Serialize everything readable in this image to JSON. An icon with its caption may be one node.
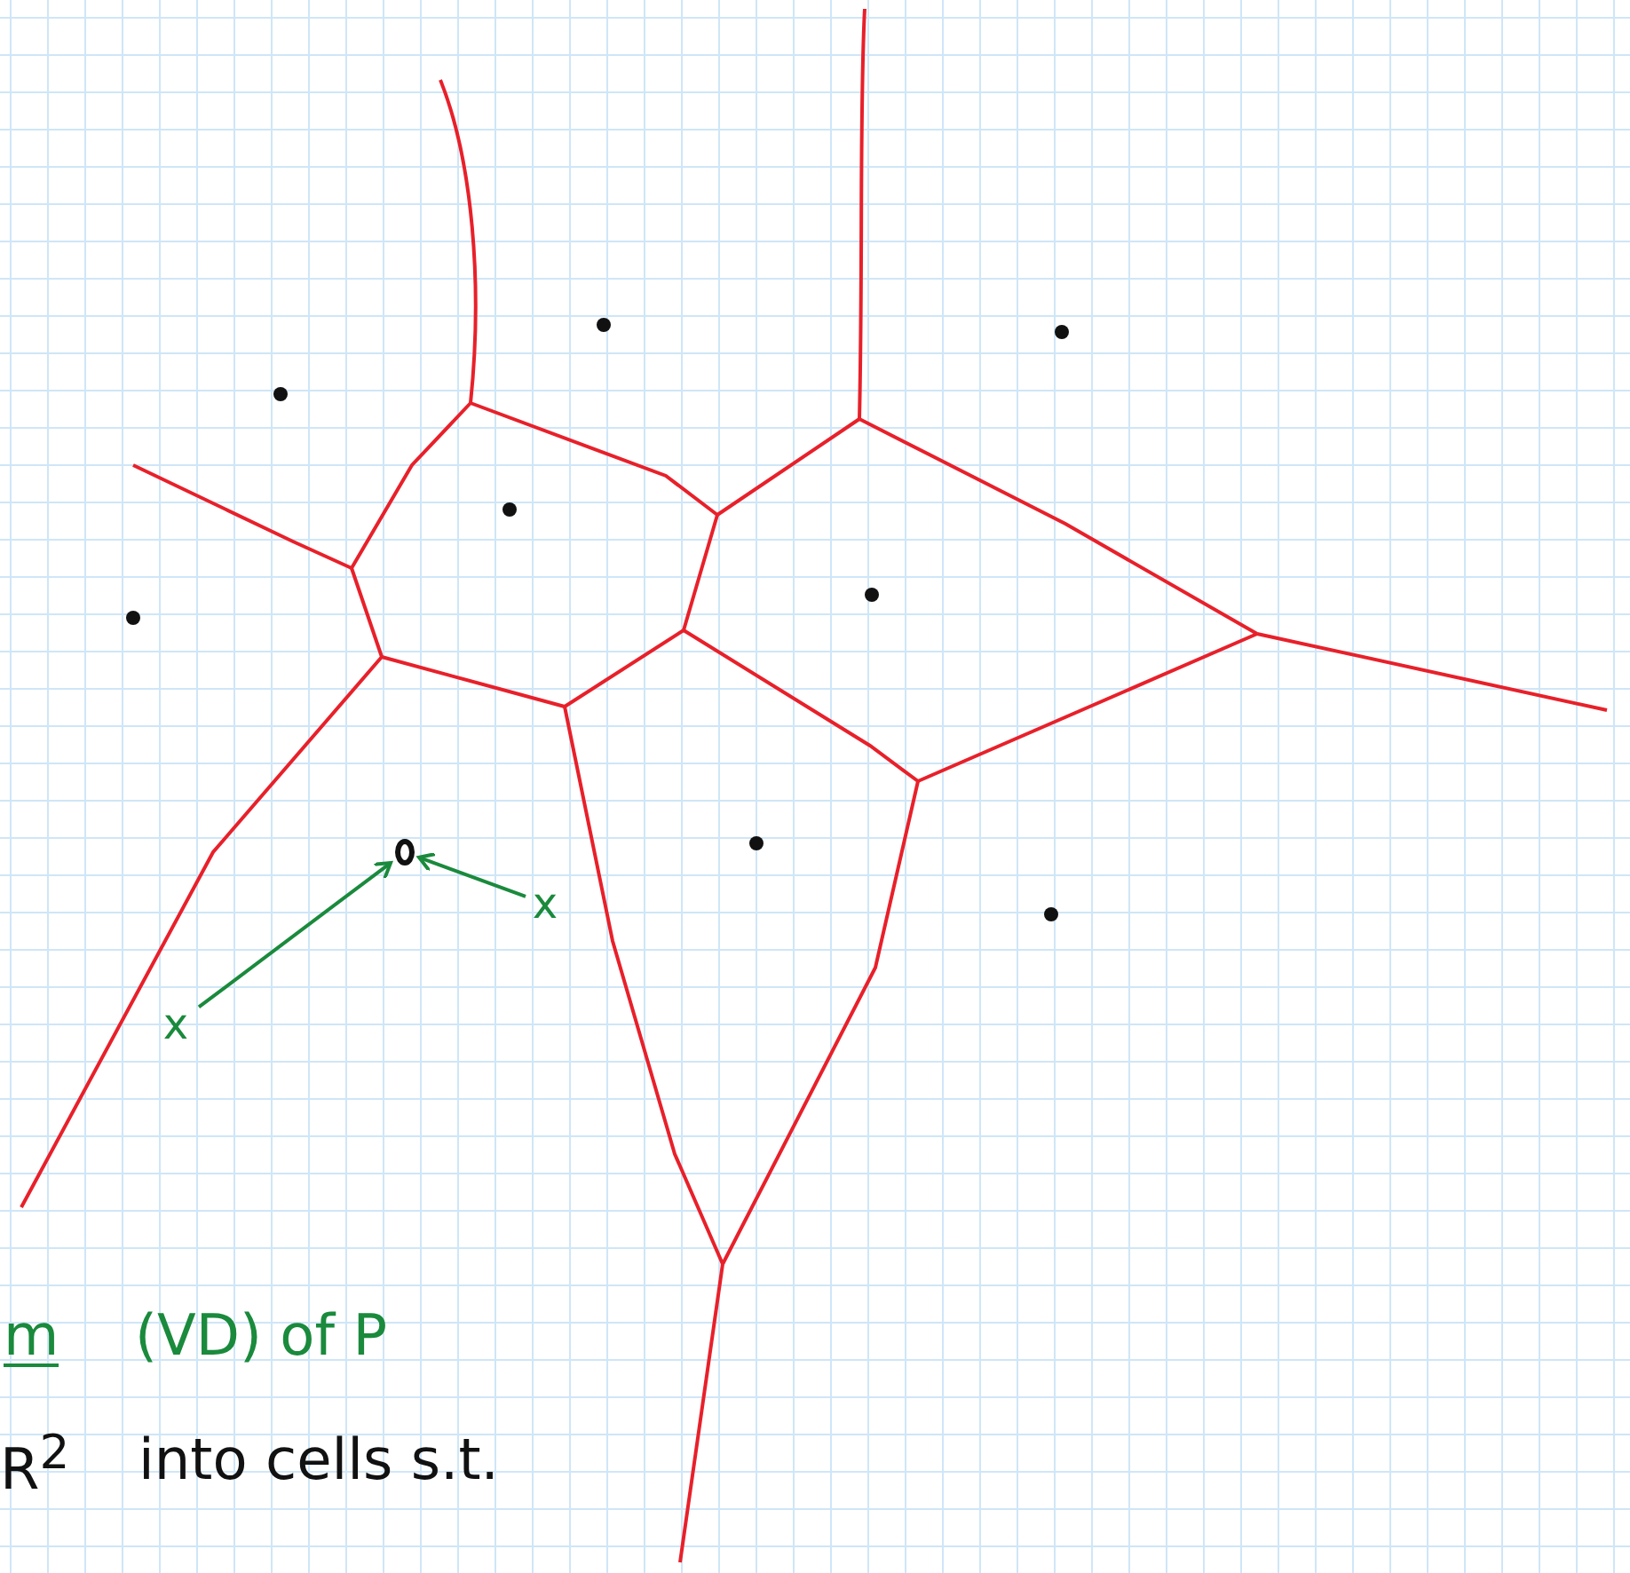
{
  "diagram": {
    "nodes": [
      {
        "text": [],
        "shape": "circle"
      },
      {
        "text": [
          "x"
        ]
      },
      {
        "text": [
          "x"
        ]
      }
    ],
    "edges": [
      {
        "from": 1,
        "to": 0,
        "arrow": "to"
      },
      {
        "from": 2,
        "to": 0,
        "arrow": "to"
      }
    ],
    "labels": [
      "m",
      "(VD) of P",
      "R$^{2}$",
      "into cells s.t."
    ]
  }
}
